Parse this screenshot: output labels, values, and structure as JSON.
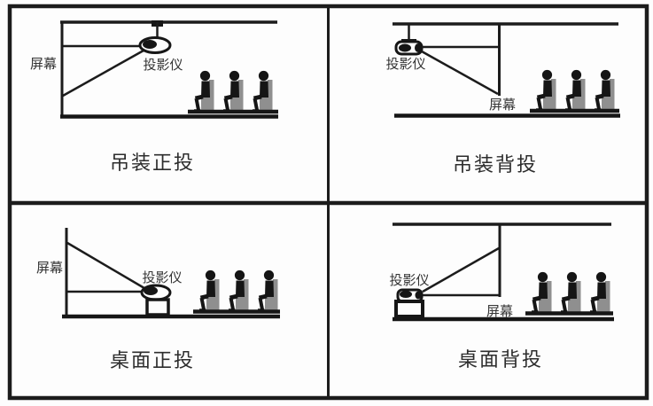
{
  "theme": {
    "background": "#fdfdfd",
    "line_color": "#1c1c1c",
    "chair_color": "#8f8f8f",
    "text_color": "#343434"
  },
  "quadrants": [
    {
      "id": "ceiling-front",
      "caption": "吊装正投",
      "screen_label": "屏幕",
      "projector_label": "投影仪",
      "audience_count": 3
    },
    {
      "id": "ceiling-rear",
      "caption": "吊装背投",
      "screen_label": "屏幕",
      "projector_label": "投影仪",
      "audience_count": 3
    },
    {
      "id": "desktop-front",
      "caption": "桌面正投",
      "screen_label": "屏幕",
      "projector_label": "投影仪",
      "audience_count": 3
    },
    {
      "id": "desktop-rear",
      "caption": "桌面背投",
      "screen_label": "屏幕",
      "projector_label": "投影仪",
      "audience_count": 3
    }
  ]
}
